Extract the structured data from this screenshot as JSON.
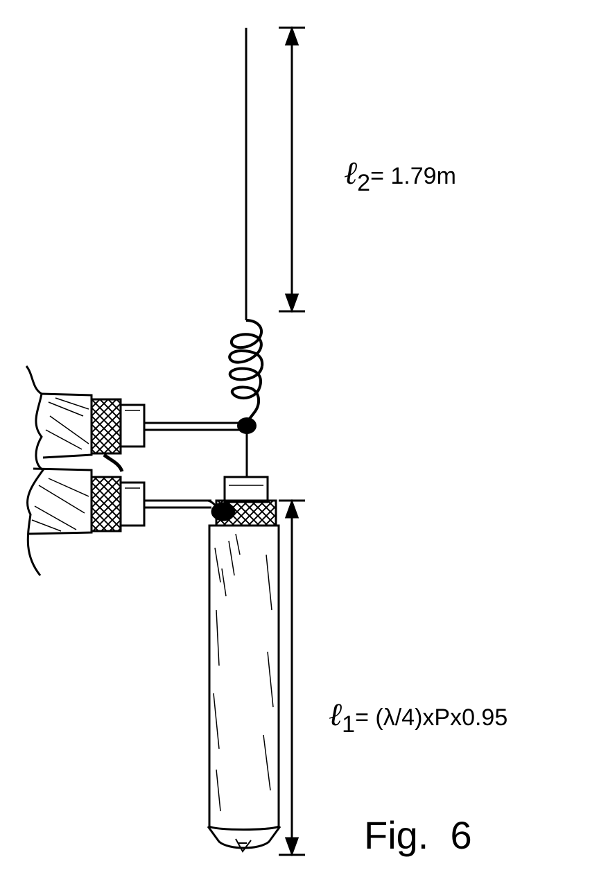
{
  "labels": {
    "l2_symbol": "ℓ",
    "l2_sub": "2",
    "l2_text": "= 1.79m",
    "l1_symbol": "ℓ",
    "l1_sub": "1",
    "l1_text": "= (λ/4)xPx0.95",
    "figure": "Fig.  6"
  },
  "colors": {
    "ink": "#000000",
    "paper": "#ffffff"
  },
  "icons": [
    "wire-antenna-icon",
    "coil-icon",
    "coax-cable-icon",
    "dimension-arrow-icon"
  ]
}
